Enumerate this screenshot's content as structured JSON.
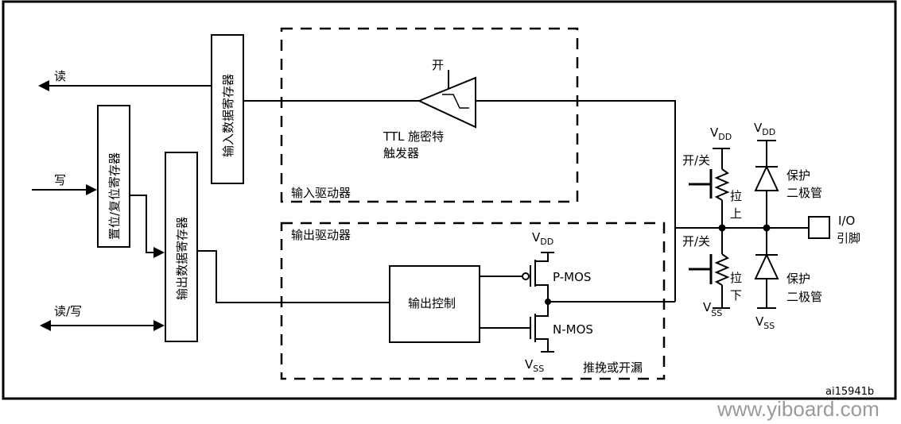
{
  "diagram": {
    "title_id": "ai15941b",
    "watermark": "www.yiboard.com",
    "signals": {
      "read": "读",
      "write": "写",
      "read_write": "读/写"
    },
    "registers": {
      "input_data_register": "输入数据寄存器",
      "bit_set_reset_register": "置位/复位寄存器",
      "output_data_register": "输出数据寄存器"
    },
    "input_driver": {
      "label": "输入驱动器",
      "schmitt_on": "开",
      "schmitt_label_line1": "TTL 施密特",
      "schmitt_label_line2": "触发器"
    },
    "output_driver": {
      "label": "输出驱动器",
      "control": "输出控制",
      "pmos": "P-MOS",
      "nmos": "N-MOS",
      "vdd": "V",
      "vdd_sub": "DD",
      "vss": "V",
      "vss_sub": "SS",
      "mode": "推挽或开漏"
    },
    "pull": {
      "on_off_up": "开/关",
      "on_off_down": "开/关",
      "pull_up_1": "拉",
      "pull_up_2": "上",
      "pull_down_1": "拉",
      "pull_down_2": "下",
      "vdd": "V",
      "vdd_sub": "DD",
      "vss": "V",
      "vss_sub": "SS"
    },
    "protection": {
      "diode_label_1": "保护",
      "diode_label_2": "二极管",
      "vdd": "V",
      "vdd_sub": "DD",
      "vss": "V",
      "vss_sub": "SS"
    },
    "pin": {
      "line1": "I/O",
      "line2": "引脚"
    }
  }
}
